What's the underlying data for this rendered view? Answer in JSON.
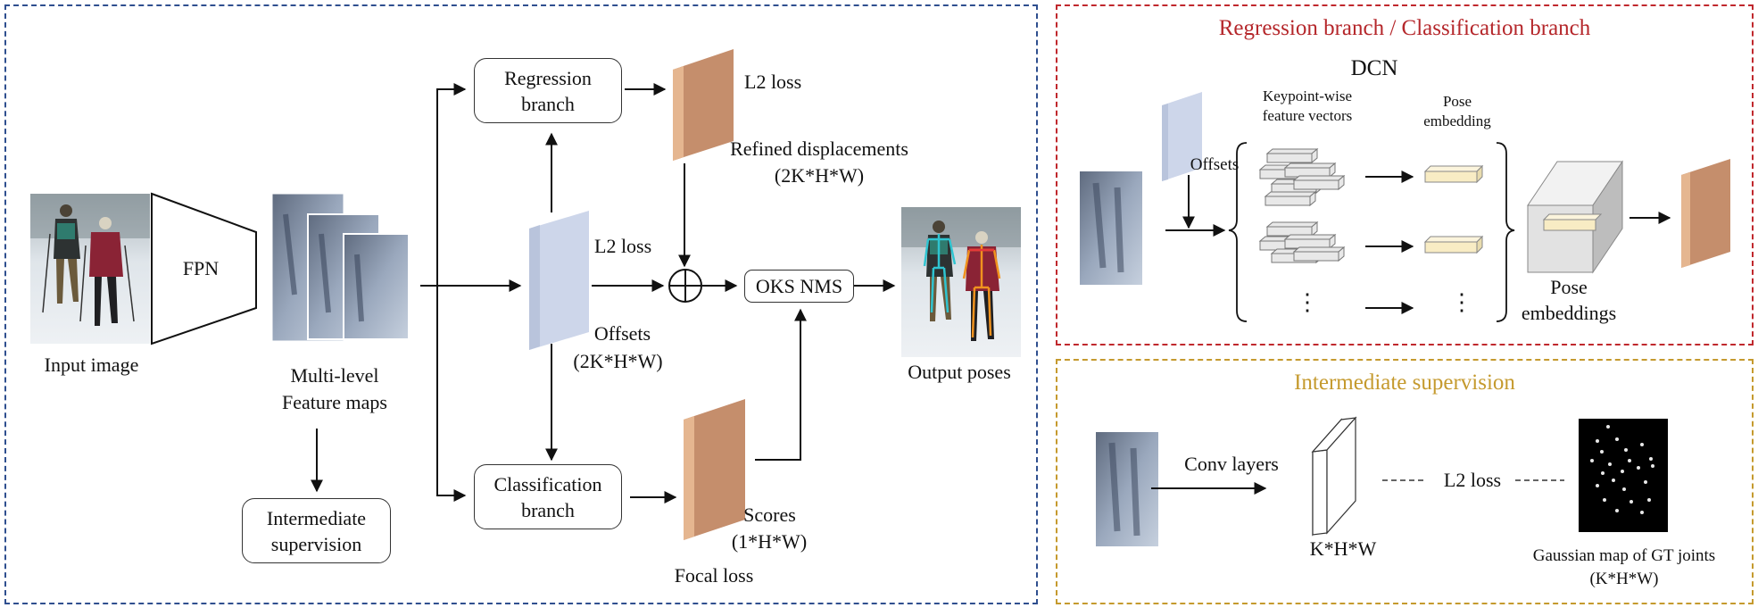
{
  "left": {
    "input_label": "Input image",
    "fpn_label": "FPN",
    "feature_label_1": "Multi-level",
    "feature_label_2": "Feature maps",
    "inter_sup_1": "Intermediate",
    "inter_sup_2": "supervision",
    "regression_1": "Regression",
    "regression_2": "branch",
    "classification_1": "Classification",
    "classification_2": "branch",
    "l2_loss_top": "L2 loss",
    "refined_1": "Refined displacements",
    "refined_2": "(2K*H*W)",
    "l2_loss_mid": "L2 loss",
    "offsets_1": "Offsets",
    "offsets_2": "(2K*H*W)",
    "oks_nms": "OKS NMS",
    "output_label": "Output poses",
    "scores_1": "Scores",
    "scores_2": "(1*H*W)",
    "focal_loss": "Focal loss"
  },
  "top_right": {
    "title": "Regression branch / Classification branch",
    "dcn": "DCN",
    "offsets": "Offsets",
    "kw_1": "Keypoint-wise",
    "kw_2": "feature vectors",
    "pe_1": "Pose",
    "pe_2": "embedding",
    "dots": "⋮",
    "pose_emb_1": "Pose",
    "pose_emb_2": "embeddings"
  },
  "bottom_right": {
    "title": "Intermediate supervision",
    "conv_layers": "Conv layers",
    "l2_loss": "L2 loss",
    "khw": "K*H*W",
    "gauss_1": "Gaussian map of GT joints",
    "gauss_2": "(K*H*W)"
  },
  "colors": {
    "left_border": "#2f4f8f",
    "top_right_border": "#c0282d",
    "bottom_right_border": "#c59a2e",
    "top_right_title": "#b5272b",
    "bottom_right_title": "#c59a2e",
    "loss_tile": "#c58e6c",
    "offset_tile": "#cdd6ea",
    "embedding_bar": "#f8ecc4"
  }
}
